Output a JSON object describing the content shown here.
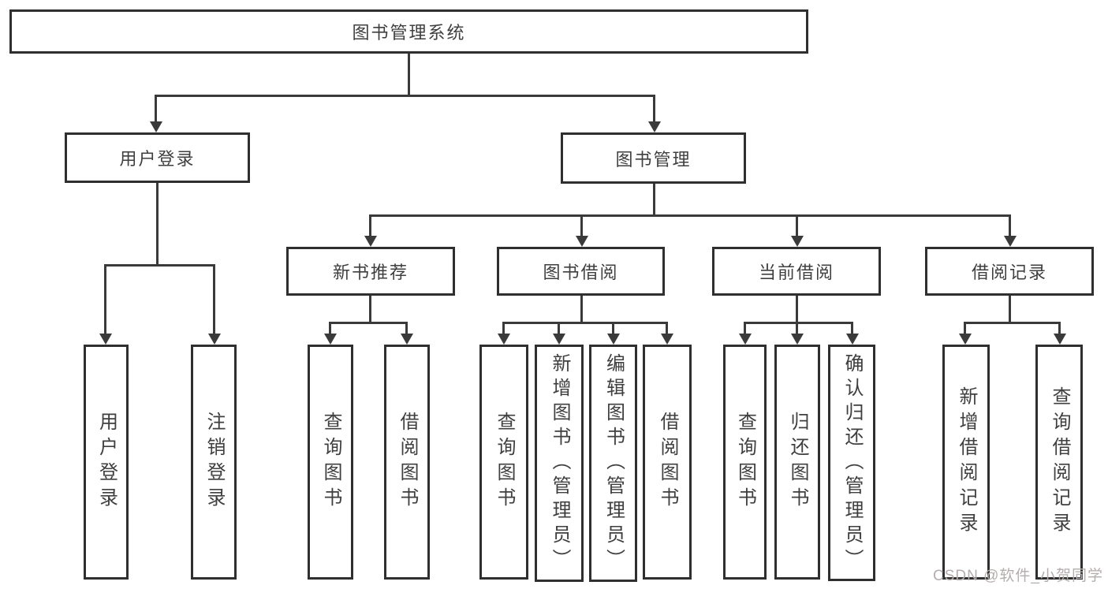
{
  "diagram": {
    "root": "图书管理系统",
    "user_login": {
      "label": "用户登录",
      "children": [
        "用户登录",
        "注销登录"
      ]
    },
    "book_mgmt": {
      "label": "图书管理",
      "groups": [
        {
          "label": "新书推荐",
          "children": [
            "查询图书",
            "借阅图书"
          ]
        },
        {
          "label": "图书借阅",
          "children": [
            "查询图书",
            "新增图书（管理员）",
            "编辑图书（管理员）",
            "借阅图书"
          ]
        },
        {
          "label": "当前借阅",
          "children": [
            "查询图书",
            "归还图书",
            "确认归还（管理员）"
          ]
        },
        {
          "label": "借阅记录",
          "children": [
            "新增借阅记录",
            "查询借阅记录"
          ]
        }
      ]
    },
    "colors": {
      "line": "#3a3a3a",
      "box_border": "#2f2f2f",
      "text": "#3f3f3f",
      "background": "#ffffff",
      "watermark": "#b5adad"
    }
  },
  "watermark": "CSDN @软件_小贺同学"
}
